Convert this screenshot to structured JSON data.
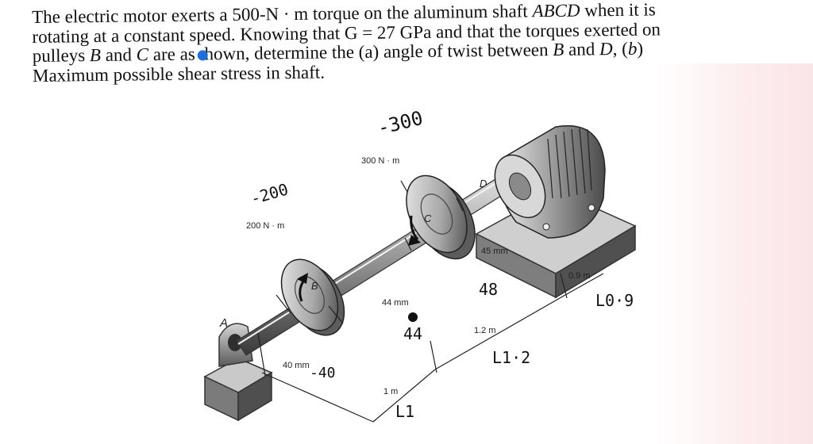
{
  "problem": {
    "line1_a": "The electric motor exerts a 500-N · m torque on the aluminum shaft ",
    "line1_abcd": "ABCD",
    "line1_b": " when it is",
    "line2": "rotating at a constant speed. Knowing that G = 27 GPa and that the torques exerted on",
    "line3_a": "pulleys ",
    "line3_B": "B",
    "line3_b": " and ",
    "line3_C": "C",
    "line3_c": " are as ",
    "line3_obscured": "shown",
    "line3_d": "hown, determine the (a) angle of twist between ",
    "line3_B2": "B",
    "line3_e": " and ",
    "line3_D": "D",
    "line3_f": ", (",
    "line3_b_italic": "b",
    "line3_g": ")",
    "line4": "Maximum possible shear stress in shaft."
  },
  "figure": {
    "labels": {
      "A": "A",
      "B": "B",
      "C": "C",
      "D": "D",
      "torque_B": "200 N · m",
      "torque_C": "300 N · m",
      "dia_AB": "40 mm",
      "dia_BC": "44 mm",
      "dia_CD": "45 mm",
      "len_AB": "1 m",
      "len_BC": "1.2 m",
      "len_CD": "0.9 m"
    },
    "handwritten": {
      "t_B": "-200",
      "t_C": "-300",
      "d_AB": "-40",
      "d_BC": "44",
      "d_CD": "48",
      "l_AB": "L1",
      "l_BC": "L1·2",
      "l_CD": "L0·9"
    }
  },
  "colors": {
    "text": "#111111",
    "dot": "#1f6fd6",
    "tint": "#fae4e8"
  }
}
